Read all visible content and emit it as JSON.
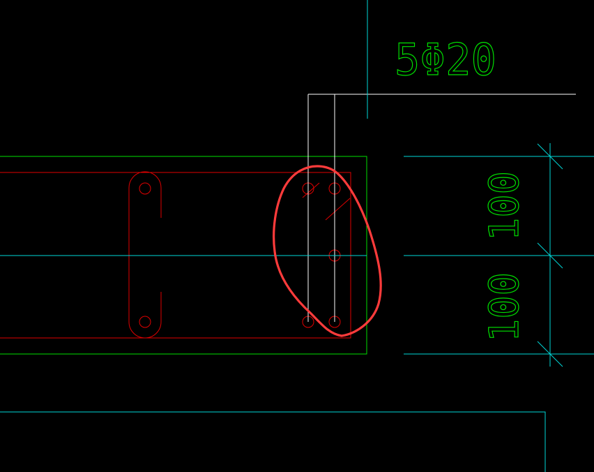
{
  "drawing": {
    "background": "#000000",
    "colors": {
      "green": "#00E000",
      "red": "#E00000",
      "cyan": "#00D8D8",
      "white": "#FFFFFF",
      "markup_red": "#FF3B3B"
    },
    "rebar_label": "5Φ20",
    "dimensions": [
      {
        "value": "100"
      },
      {
        "value": "100"
      }
    ]
  }
}
